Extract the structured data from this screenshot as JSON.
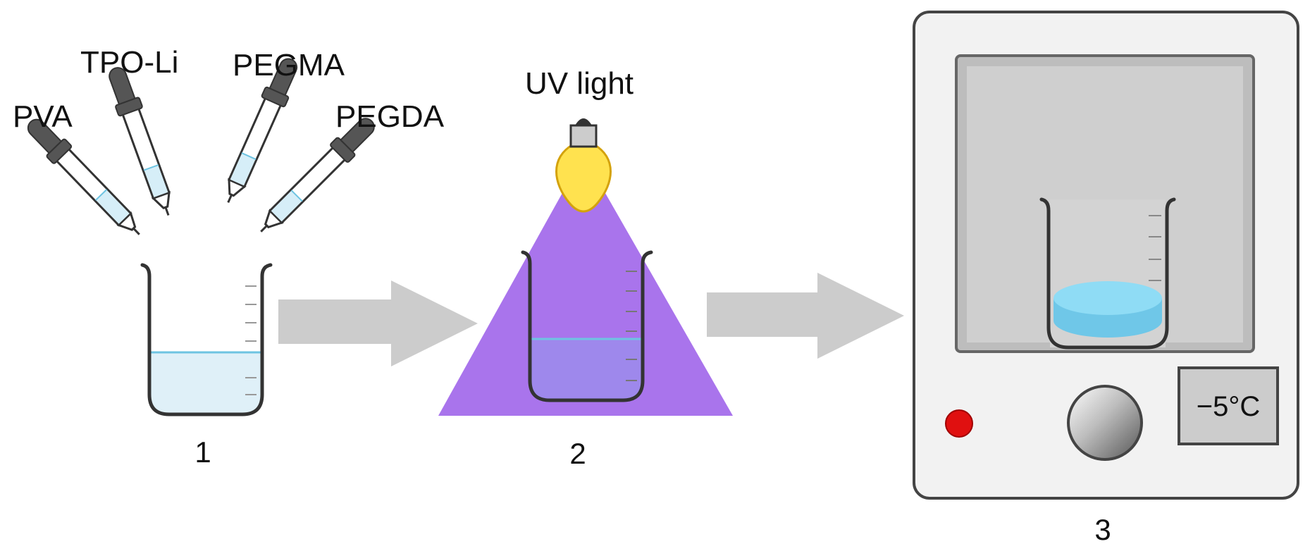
{
  "step1": {
    "number": "1",
    "reagents": [
      {
        "name": "PVA"
      },
      {
        "name": "TPO-Li"
      },
      {
        "name": "PEGMA"
      },
      {
        "name": "PEGDA"
      }
    ]
  },
  "step2": {
    "number": "2",
    "light_label": "UV light"
  },
  "step3": {
    "number": "3",
    "temperature_display": "−5°C"
  },
  "colors": {
    "uv_light": "#a974ec",
    "bulb": "#ffe24f",
    "solution": "#dff0f8",
    "hydrogel": "#8fdcf5",
    "indicator_light": "#e01010",
    "arrow": "#cccccc"
  }
}
